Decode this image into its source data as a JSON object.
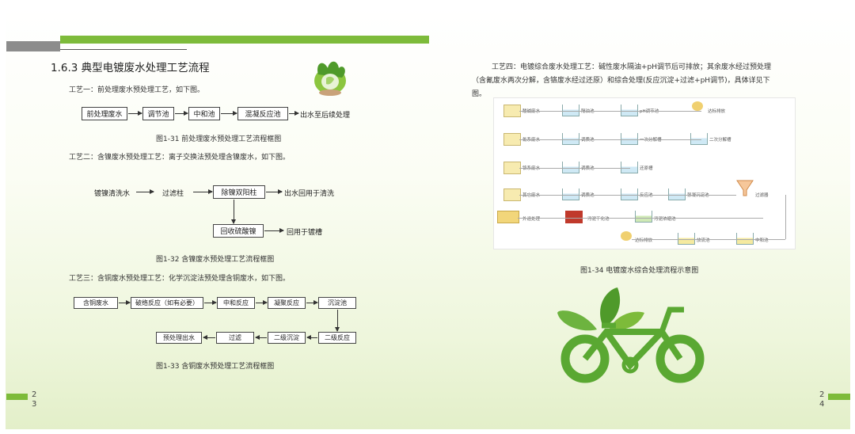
{
  "left_page": {
    "section_title": "1.6.3 典型电镀废水处理工艺流程",
    "process1": {
      "text": "工艺一：前处理废水预处理工艺，如下图。",
      "steps": [
        "前处理废水",
        "调节池",
        "中和池",
        "混凝反应池"
      ],
      "end": "出水至后续处理",
      "caption": "图1-31 前处理废水预处理工艺流程框图"
    },
    "process2": {
      "text": "工艺二：含镍废水预处理工艺：离子交换法预处理含镍废水，如下图。",
      "source": "镀镍清洗水",
      "filter": "过滤柱",
      "resin": "除镍双阳柱",
      "out": "出水回用于清洗",
      "recover": "回收硫酸镍",
      "reuse": "回用于镀槽",
      "caption": "图1-32 含镍废水预处理工艺流程框图"
    },
    "process3": {
      "text": "工艺三：含铜废水预处理工艺：化学沉淀法预处理含铜废水，如下图。",
      "row1": [
        "含铜废水",
        "破络反应（如有必要）",
        "中和反应",
        "凝聚反应",
        "沉淀池"
      ],
      "row2": [
        "预处理出水",
        "过滤",
        "二级沉淀",
        "二级反应"
      ],
      "caption": "图1-33 含铜废水预处理工艺流程框图"
    },
    "page_number": [
      "2",
      "3"
    ]
  },
  "right_page": {
    "process4_text_line1": "工艺四：电镀综合废水处理工艺：碱性废水隔油+pH调节后可排放；其余废水经过预处理",
    "process4_text_line2": "（含氰废水两次分解，含铬废水经过还原）和综合处理(反应沉淀+过滤+pH调节)，具体详见下",
    "process4_text_line3": "图。",
    "diagram_labels": {
      "row1": [
        "酸碱废水",
        "隔油池",
        "pH调节池",
        "达标排放"
      ],
      "row2": [
        "氰系废水",
        "调质池",
        "一次分解槽",
        "二次分解槽"
      ],
      "row3": [
        "铬系废水",
        "调质池",
        "还原槽"
      ],
      "row4": [
        "其它废水",
        "调质池",
        "反应池",
        "絮凝沉淀池",
        "过滤器"
      ],
      "row5": [
        "外运处理",
        "污泥干化池",
        "污泥浓缩池"
      ],
      "row6": [
        "达标排放",
        "放流池",
        "中和池"
      ]
    },
    "caption": "图1-34 电镀废水综合处理流程示意图",
    "page_number": [
      "2",
      "4"
    ]
  },
  "colors": {
    "accent_green": "#7dbb3a",
    "dark_green": "#4f9a2a",
    "gray_bar": "#8c8c8c"
  }
}
